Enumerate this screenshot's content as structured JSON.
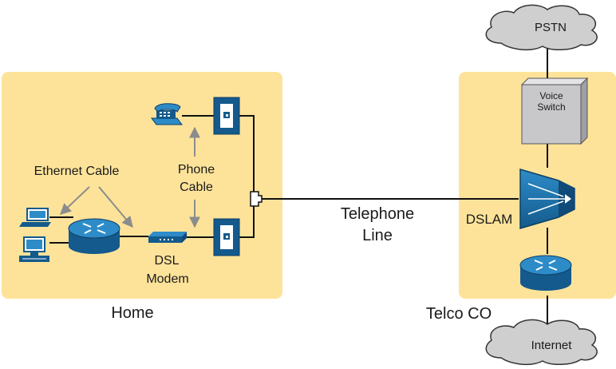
{
  "regions": {
    "home": "Home",
    "telco": "Telco CO"
  },
  "clouds": {
    "pstn": "PSTN",
    "internet": "Internet"
  },
  "devices": {
    "voice_switch_line1": "Voice",
    "voice_switch_line2": "Switch",
    "dslam": "DSLAM",
    "dsl_modem_line1": "DSL",
    "dsl_modem_line2": "Modem"
  },
  "labels": {
    "ethernet_cable": "Ethernet Cable",
    "phone_cable_line1": "Phone",
    "phone_cable_line2": "Cable",
    "telephone_line_line1": "Telephone",
    "telephone_line_line2": "Line"
  },
  "colors": {
    "region_fill": "#fde39a",
    "device_blue": "#1a6fa8",
    "cloud_gray": "#cfcfcf",
    "switch_gray": "#c8c8ca",
    "arrow_gray": "#8c8c8c"
  }
}
